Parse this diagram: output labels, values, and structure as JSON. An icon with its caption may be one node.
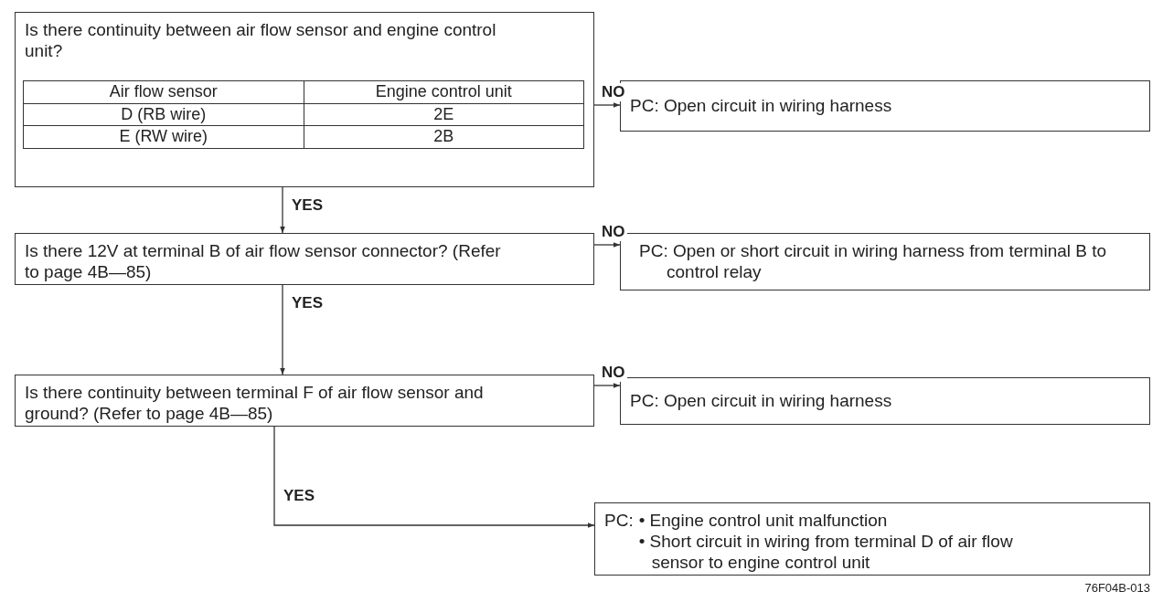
{
  "diagram": {
    "nodes": [
      {
        "text": [
          "Is there continuity between air flow sensor and engine control unit?"
        ]
      },
      {
        "text": [
          "PC: Open circuit in wiring harness"
        ]
      },
      {
        "text": [
          "Is there 12V at terminal B of air flow sensor connector? (Refer to page 4B—85)"
        ]
      },
      {
        "text": [
          "PC: Open or short circuit in wiring harness from terminal B to control relay"
        ]
      },
      {
        "text": [
          "Is there continuity between terminal F of air flow sensor and ground? (Refer to page 4B—85)"
        ]
      },
      {
        "text": [
          "PC: Open circuit in wiring harness"
        ]
      },
      {
        "text": [
          "PC:",
          "• Engine control unit malfunction",
          "• Short circuit in wiring from terminal D of air flow sensor to engine control unit"
        ]
      }
    ],
    "edges": [
      {
        "from": 0,
        "to": 1,
        "arrow": "to",
        "label": "NO"
      },
      {
        "from": 0,
        "to": 2,
        "arrow": "to",
        "label": "YES"
      },
      {
        "from": 2,
        "to": 3,
        "arrow": "to",
        "label": "NO"
      },
      {
        "from": 2,
        "to": 4,
        "arrow": "to",
        "label": "YES"
      },
      {
        "from": 4,
        "to": 5,
        "arrow": "to",
        "label": "NO"
      },
      {
        "from": 4,
        "to": 6,
        "arrow": "to",
        "label": "YES"
      }
    ],
    "labels": [
      "Air flow sensor",
      "Engine control unit",
      "D (RB wire)",
      "2E",
      "E (RW wire)",
      "2B",
      "76F04B-013"
    ]
  }
}
